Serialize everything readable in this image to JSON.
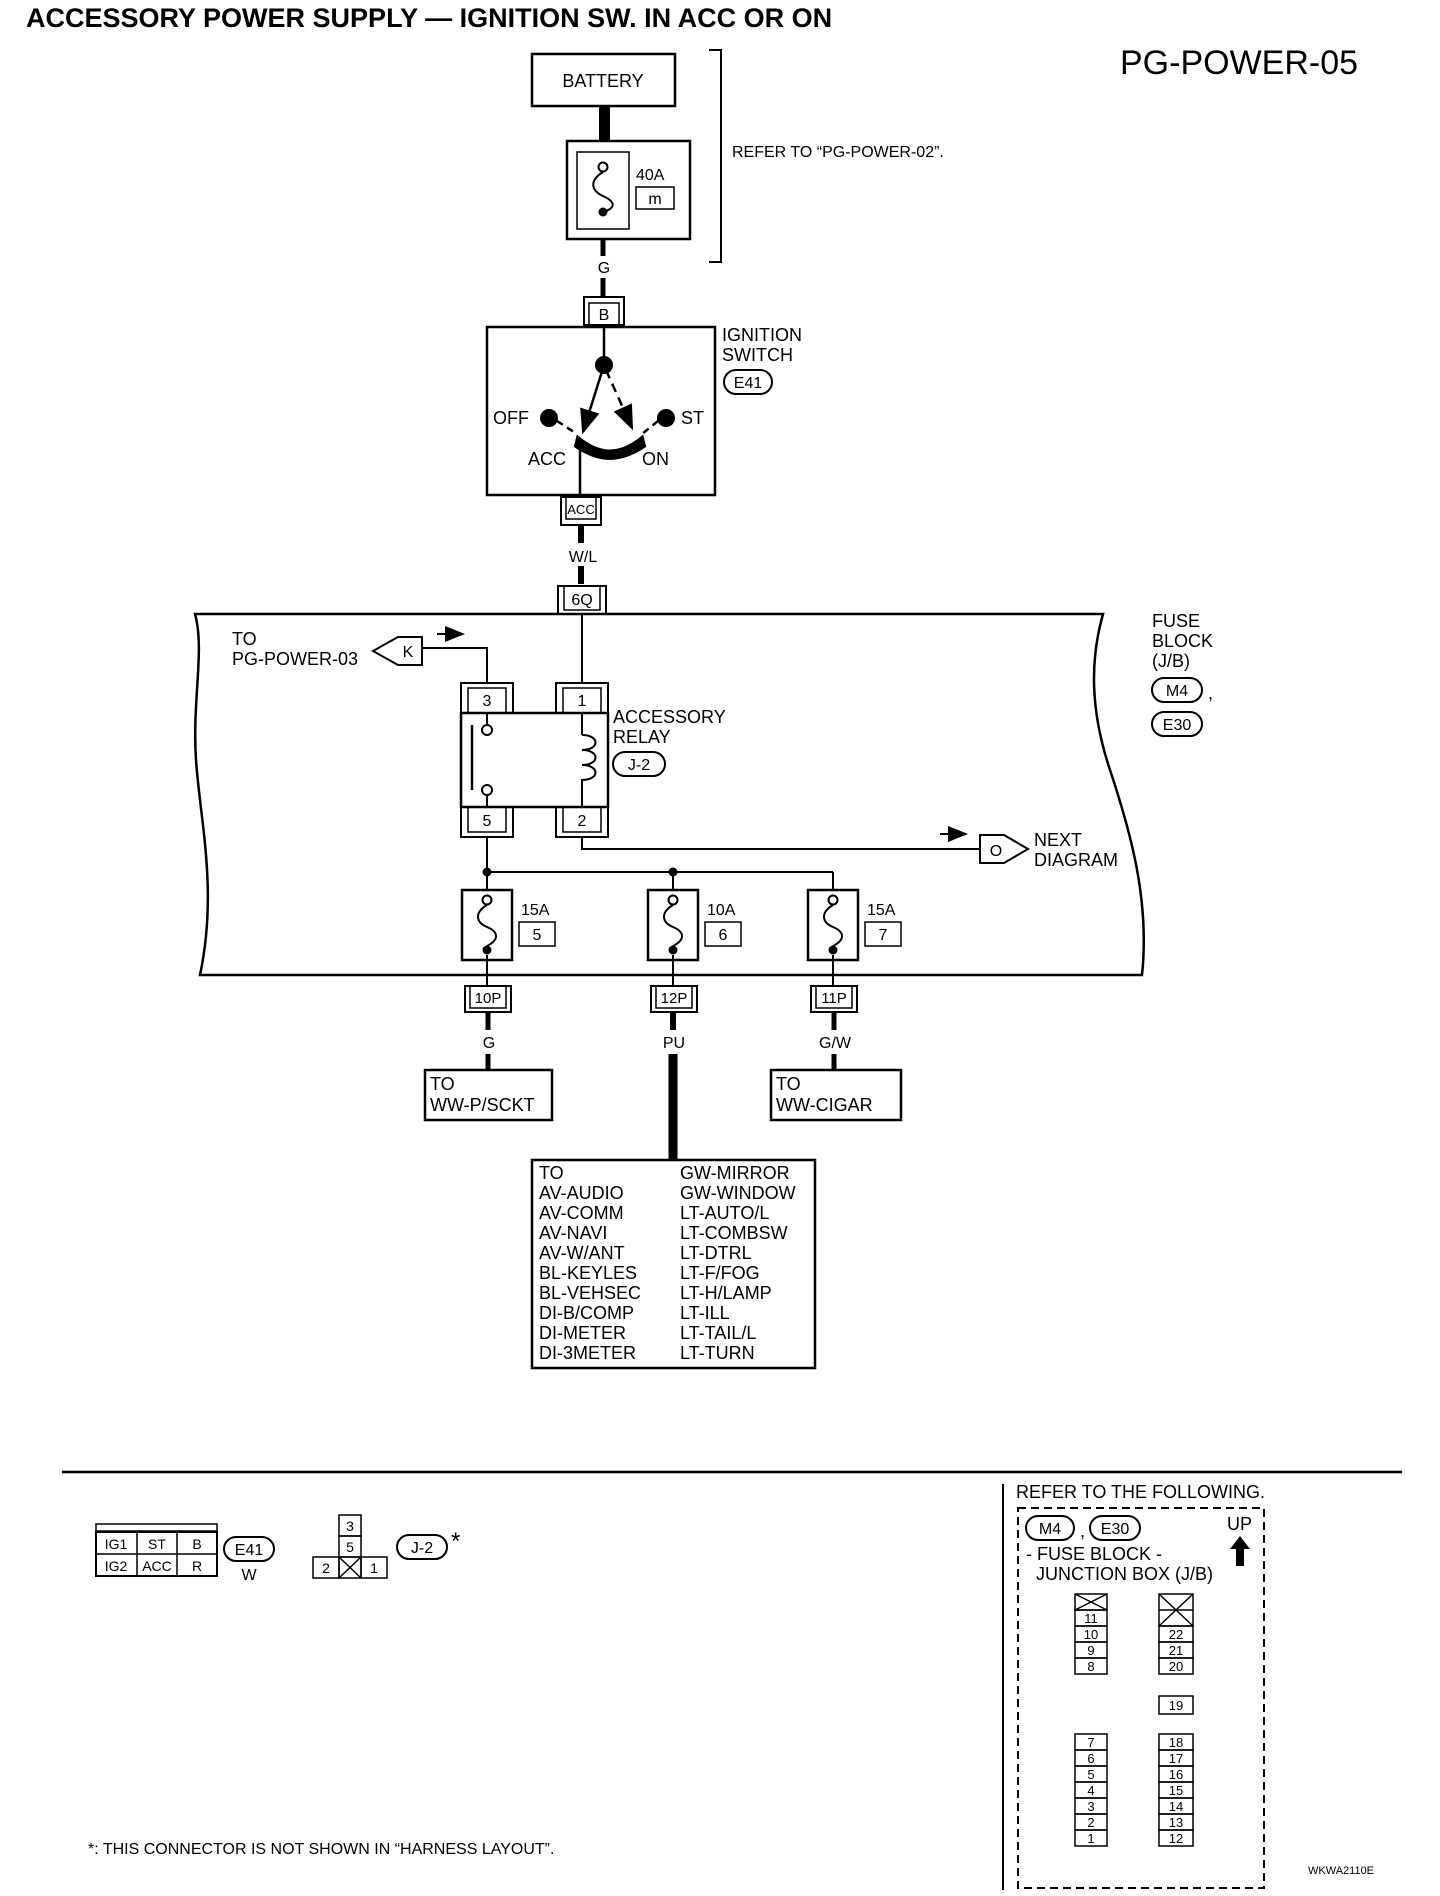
{
  "title": "ACCESSORY POWER SUPPLY — IGNITION SW. IN ACC OR ON",
  "page_code": "PG-POWER-05",
  "figure_code": "WKWA2110E",
  "battery": {
    "label": "BATTERY",
    "fuse_amp": "40A",
    "fuse_id": "m",
    "refer": "REFER TO “PG-POWER-02”."
  },
  "wires": {
    "battery_to_switch": "G",
    "switch_to_jb": "W/L",
    "fuse5_out": "G",
    "fuse6_out": "PU",
    "fuse7_out": "G/W"
  },
  "ignition_switch": {
    "line1": "IGNITION",
    "line2": "SWITCH",
    "connector": "E41",
    "terminal_in": "B",
    "terminal_out": "ACC",
    "positions": {
      "off": "OFF",
      "acc": "ACC",
      "on": "ON",
      "st": "ST"
    }
  },
  "fuse_block": {
    "line1": "FUSE",
    "line2": "BLOCK",
    "line3": "(J/B)",
    "connector_1": "M4",
    "connector_2": "E30",
    "comma": ",",
    "terminal_in": "6Q"
  },
  "to_pg_power_03": {
    "line1": "TO",
    "line2": "PG-POWER-03",
    "terminal": "K"
  },
  "relay": {
    "line1": "ACCESSORY",
    "line2": "RELAY",
    "connector": "J-2",
    "pins": [
      "3",
      "1",
      "5",
      "2"
    ]
  },
  "next_diagram": {
    "terminal": "O",
    "line1": "NEXT",
    "line2": "DIAGRAM"
  },
  "fuses": [
    {
      "amp": "15A",
      "id": "5",
      "out_terminal": "10P"
    },
    {
      "amp": "10A",
      "id": "6",
      "out_terminal": "12P"
    },
    {
      "amp": "15A",
      "id": "7",
      "out_terminal": "11P"
    }
  ],
  "dest_psckt": {
    "line1": "TO",
    "line2": "WW-P/SCKT"
  },
  "dest_cigar": {
    "line1": "TO",
    "line2": "WW-CIGAR"
  },
  "dest_list": {
    "left": [
      "TO",
      "AV-AUDIO",
      "AV-COMM",
      "AV-NAVI",
      "AV-W/ANT",
      "BL-KEYLES",
      "BL-VEHSEC",
      "DI-B/COMP",
      "DI-METER",
      "DI-3METER"
    ],
    "right": [
      "GW-MIRROR",
      "GW-WINDOW",
      "LT-AUTO/L",
      "LT-COMBSW",
      "LT-DTRL",
      "LT-F/FOG",
      "LT-H/LAMP",
      "LT-ILL",
      "LT-TAIL/L",
      "LT-TURN"
    ]
  },
  "e41_connector": {
    "row1": [
      "IG1",
      "ST",
      "B"
    ],
    "row2": [
      "IG2",
      "ACC",
      "R"
    ],
    "id": "E41",
    "color": "W"
  },
  "j2_connector": {
    "pins": [
      "3",
      "5",
      "2",
      "1"
    ],
    "id": "J-2",
    "asterisk": "*"
  },
  "reference": {
    "header": "REFER TO THE FOLLOWING.",
    "connector_1": "M4",
    "connector_2": "E30",
    "comma": ",",
    "up": "UP",
    "line1": "- FUSE BLOCK -",
    "line2": "JUNCTION BOX (J/B)",
    "left_upper": [
      "11",
      "10",
      "9",
      "8"
    ],
    "left_lower": [
      "7",
      "6",
      "5",
      "4",
      "3",
      "2",
      "1"
    ],
    "right_upper": [
      "22",
      "21",
      "20"
    ],
    "right_mid": "19",
    "right_lower": [
      "18",
      "17",
      "16",
      "15",
      "14",
      "13",
      "12"
    ]
  },
  "footnote": "*: THIS CONNECTOR IS NOT SHOWN IN “HARNESS LAYOUT”."
}
